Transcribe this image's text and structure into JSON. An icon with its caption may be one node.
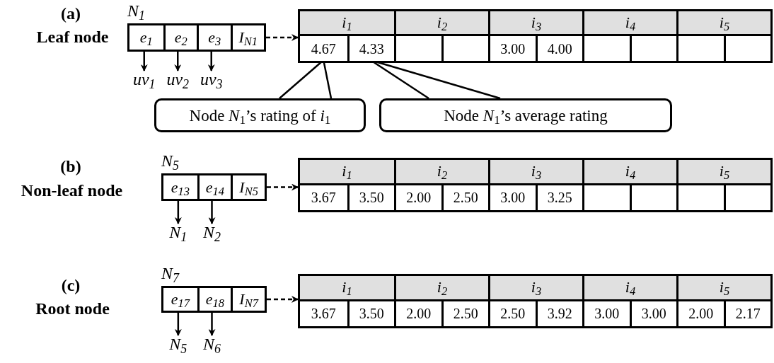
{
  "diagram": {
    "nodes": [
      {
        "text": [],
        "shape": "box",
        "beside": [
          "N$_{1}$"
        ]
      },
      {
        "text": [
          "e$_{1}$"
        ],
        "in": 0
      },
      {
        "text": [
          "e$_{2}$"
        ],
        "in": 0
      },
      {
        "text": [
          "e$_{3}$"
        ],
        "in": 0
      },
      {
        "text": [
          "I$_{N1}$"
        ],
        "in": 0
      },
      {
        "text": [],
        "shape": "box"
      },
      {
        "text": [
          "i$_{1}$"
        ],
        "in": 5
      },
      {
        "text": [
          "i$_{2}$"
        ],
        "in": 5
      },
      {
        "text": [
          "i$_{3}$"
        ],
        "in": 5
      },
      {
        "text": [
          "i$_{4}$"
        ],
        "in": 5
      },
      {
        "text": [
          "i$_{5}$"
        ],
        "in": 5
      },
      {
        "text": [
          "4.67"
        ],
        "in": 5
      },
      {
        "text": [
          "4.33"
        ],
        "in": 5
      },
      {
        "text": [],
        "shape": "box",
        "in": 5
      },
      {
        "text": [],
        "shape": "box",
        "in": 5
      },
      {
        "text": [
          "3.00"
        ],
        "in": 5
      },
      {
        "text": [
          "4.00"
        ],
        "in": 5
      },
      {
        "text": [],
        "shape": "box",
        "in": 5
      },
      {
        "text": [],
        "shape": "box",
        "in": 5
      },
      {
        "text": [],
        "shape": "box",
        "in": 5
      },
      {
        "text": [],
        "shape": "box",
        "in": 5
      },
      {
        "text": [
          "uv$_{1}$"
        ]
      },
      {
        "text": [
          "uv$_{2}$"
        ]
      },
      {
        "text": [
          "uv$_{3}$"
        ]
      },
      {
        "text": [
          "Node *N*$_{1}$’s rating of *i*$_{1}$"
        ]
      },
      {
        "text": [
          "Node *N*$_{1}$’s average rating"
        ]
      },
      {
        "text": [],
        "shape": "box",
        "beside": [
          "N$_{5}$"
        ]
      },
      {
        "text": [
          "e$_{13}$"
        ],
        "in": 26
      },
      {
        "text": [
          "e$_{14}$"
        ],
        "in": 26
      },
      {
        "text": [
          "I$_{N5}$"
        ],
        "in": 26
      },
      {
        "text": [],
        "shape": "box"
      },
      {
        "text": [
          "i$_{1}$"
        ],
        "in": 30
      },
      {
        "text": [
          "i$_{2}$"
        ],
        "in": 30
      },
      {
        "text": [
          "i$_{3}$"
        ],
        "in": 30
      },
      {
        "text": [
          "i$_{4}$"
        ],
        "in": 30
      },
      {
        "text": [
          "i$_{5}$"
        ],
        "in": 30
      },
      {
        "text": [
          "3.67"
        ],
        "in": 30
      },
      {
        "text": [
          "3.50"
        ],
        "in": 30
      },
      {
        "text": [
          "2.00"
        ],
        "in": 30
      },
      {
        "text": [
          "2.50"
        ],
        "in": 30
      },
      {
        "text": [
          "3.00"
        ],
        "in": 30
      },
      {
        "text": [
          "3.25"
        ],
        "in": 30
      },
      {
        "text": [],
        "shape": "box",
        "in": 30
      },
      {
        "text": [],
        "shape": "box",
        "in": 30
      },
      {
        "text": [],
        "shape": "box",
        "in": 30
      },
      {
        "text": [],
        "shape": "box",
        "in": 30
      },
      {
        "text": [
          "N$_{1}$"
        ]
      },
      {
        "text": [
          "N$_{2}$"
        ]
      },
      {
        "text": [],
        "shape": "box",
        "beside": [
          "N$_{7}$"
        ]
      },
      {
        "text": [
          "e$_{17}$"
        ],
        "in": 48
      },
      {
        "text": [
          "e$_{18}$"
        ],
        "in": 48
      },
      {
        "text": [
          "I$_{N7}$"
        ],
        "in": 48
      },
      {
        "text": [],
        "shape": "box"
      },
      {
        "text": [
          "i$_{1}$"
        ],
        "in": 52
      },
      {
        "text": [
          "i$_{2}$"
        ],
        "in": 52
      },
      {
        "text": [
          "i$_{3}$"
        ],
        "in": 52
      },
      {
        "text": [
          "i$_{4}$"
        ],
        "in": 52
      },
      {
        "text": [
          "i$_{5}$"
        ],
        "in": 52
      },
      {
        "text": [
          "3.67"
        ],
        "in": 52
      },
      {
        "text": [
          "3.50"
        ],
        "in": 52
      },
      {
        "text": [
          "2.00"
        ],
        "in": 52
      },
      {
        "text": [
          "2.50"
        ],
        "in": 52
      },
      {
        "text": [
          "2.50"
        ],
        "in": 52
      },
      {
        "text": [
          "3.92"
        ],
        "in": 52
      },
      {
        "text": [
          "3.00"
        ],
        "in": 52
      },
      {
        "text": [
          "3.00"
        ],
        "in": 52
      },
      {
        "text": [
          "2.00"
        ],
        "in": 52
      },
      {
        "text": [
          "2.17"
        ],
        "in": 52
      },
      {
        "text": [
          "N$_{5}$"
        ]
      },
      {
        "text": [
          "N$_{6}$"
        ]
      }
    ],
    "edges": [
      {
        "from": 1,
        "to": 21,
        "arrow": "to"
      },
      {
        "from": 2,
        "to": 22,
        "arrow": "to"
      },
      {
        "from": 3,
        "to": 23,
        "arrow": "to"
      },
      {
        "from": 4,
        "to": 5,
        "arrow": "to",
        "style": "dashed"
      },
      {
        "from": 24,
        "to": 11,
        "arrow": "none"
      },
      {
        "from": 25,
        "to": 12,
        "arrow": "none"
      },
      {
        "from": 27,
        "to": 46,
        "arrow": "to"
      },
      {
        "from": 28,
        "to": 47,
        "arrow": "to"
      },
      {
        "from": 29,
        "to": 30,
        "arrow": "to",
        "style": "dashed"
      },
      {
        "from": 49,
        "to": 68,
        "arrow": "to"
      },
      {
        "from": 50,
        "to": 69,
        "arrow": "to"
      },
      {
        "from": 51,
        "to": 52,
        "arrow": "to",
        "style": "dashed"
      }
    ],
    "labels": [
      "(a)",
      "Leaf node",
      "(b)",
      "Non-leaf node",
      "(c)",
      "Root node"
    ]
  }
}
